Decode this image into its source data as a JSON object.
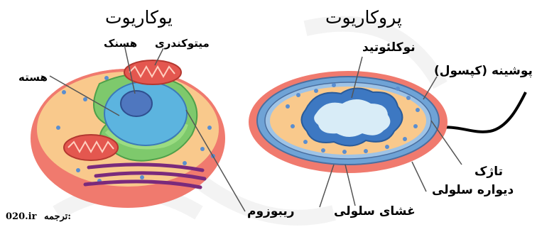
{
  "eukaryote": {
    "title": "یوکاریوت",
    "labels": {
      "mitochondria": "میتوکندری",
      "nucleolus": "هسنک",
      "nucleus": "هسته"
    }
  },
  "prokaryote": {
    "title": "پروکاریوت",
    "labels": {
      "nucleotide": "نوکلئوتید",
      "capsule": "پوشینه (کپسول)",
      "flagellum": "تاژک",
      "cell_wall": "دیواره سلولی",
      "cell_membrane": "غشای سلولی"
    }
  },
  "shared": {
    "ribosome": "ریبوزوم"
  },
  "credit": {
    "prefix": "ترجمه:",
    "site": "020.ir"
  },
  "colors": {
    "outer_red": "#f07a6e",
    "cytoplasm_orange": "#f9c98c",
    "green": "#7ec96c",
    "nucleus_blue": "#5cb4df",
    "nucleolus_blue": "#4f77bf",
    "wall_blue": "#6fa3d6",
    "flagellum": "#000000",
    "purple": "#7a2a7c"
  }
}
